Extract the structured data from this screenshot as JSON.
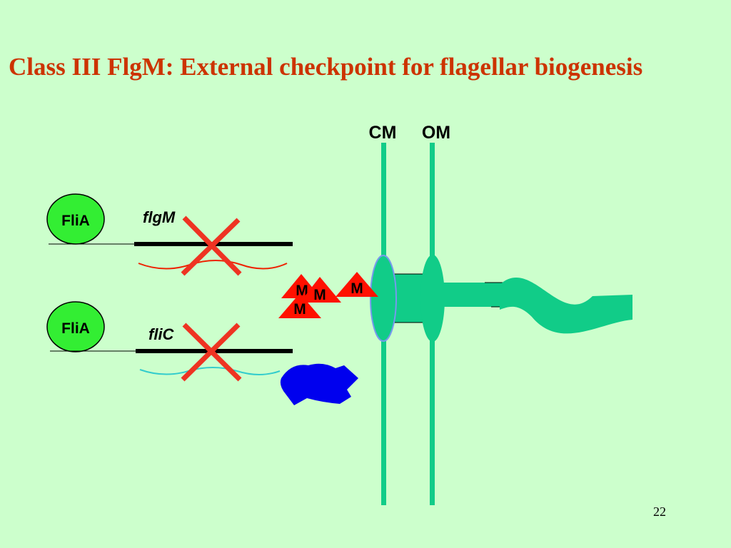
{
  "title": "Class III FlgM: External checkpoint for flagellar biogenesis",
  "membranes": {
    "inner": "CM",
    "outer": "OM"
  },
  "genes": [
    {
      "protein": "FliA",
      "gene": "flgM"
    },
    {
      "protein": "FliA",
      "gene": "fliC"
    }
  ],
  "flgm_label": "M",
  "page_number": "22",
  "colors": {
    "background": "#ccffcc",
    "title": "#cc3300",
    "flia": "#33ee33",
    "membrane": "#11cc88",
    "flgm": "#ff1100",
    "mrna_flgm": "#ee2200",
    "mrna_flic": "#33cccc",
    "cross": "#ee3322",
    "flagellin": "#0000ee"
  }
}
